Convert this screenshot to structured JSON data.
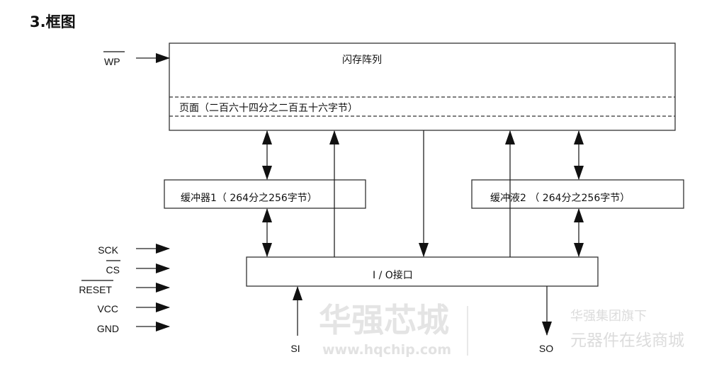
{
  "title": "3.框图",
  "flash": {
    "label": "闪存阵列",
    "page_label": "页面（二百六十四分之二百五十六字节）"
  },
  "buffer1": {
    "label": "缓冲器1（  264分之256字节）"
  },
  "buffer2": {
    "label": "缓冲液2 （  264分之256字节）"
  },
  "io": {
    "label": "I / O接口"
  },
  "signals": {
    "wp": "WP",
    "sck": "SCK",
    "cs": "CS",
    "reset": "RESET",
    "vcc": "VCC",
    "gnd": "GND",
    "si": "SI",
    "so": "SO"
  },
  "watermark": {
    "brand": "华强芯城",
    "url": "www.hqchip.com",
    "group": "华强集团旗下",
    "slogan": "元器件在线商城"
  }
}
